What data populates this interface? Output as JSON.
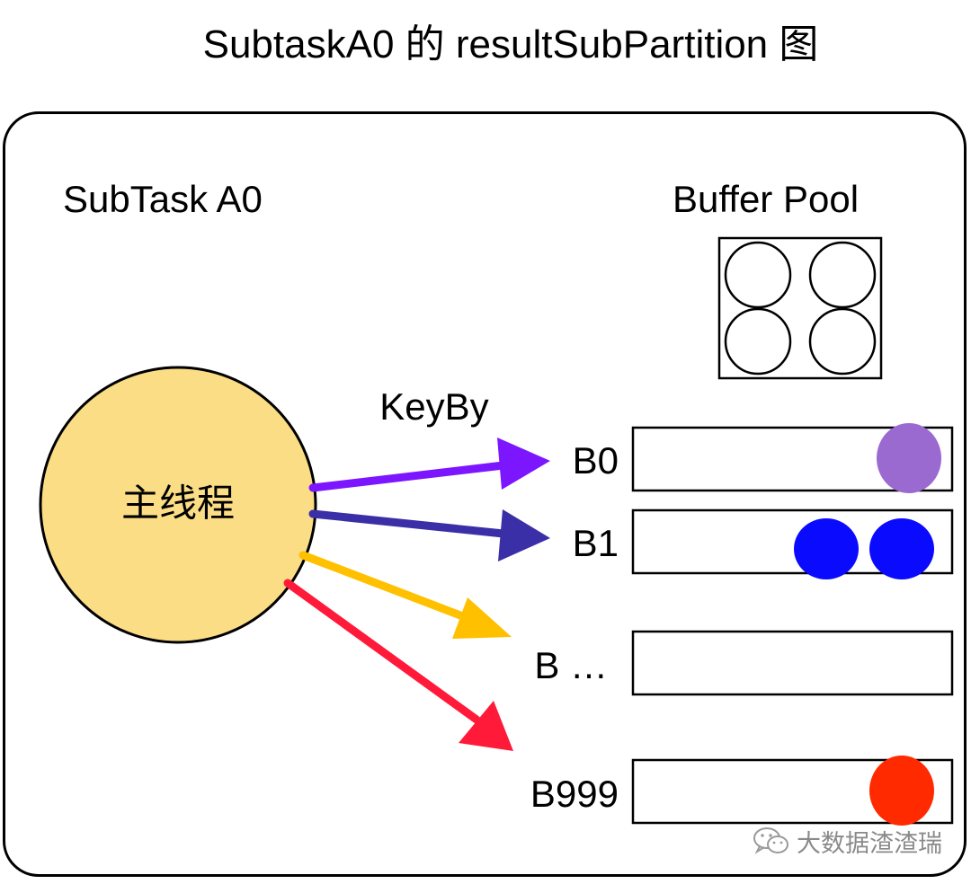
{
  "title": "SubtaskA0 的 resultSubPartition 图",
  "subtask_label": "SubTask A0",
  "buffer_pool_label": "Buffer Pool",
  "main_thread_label": "主线程",
  "keyby_label": "KeyBy",
  "partitions": [
    {
      "label": "B0",
      "color": "#7b16ff",
      "buffered_records": [
        {
          "color": "#9a6ad0"
        }
      ]
    },
    {
      "label": "B1",
      "color": "#3a2fa6",
      "buffered_records": [
        {
          "color": "#0a0aff"
        },
        {
          "color": "#0a0aff"
        }
      ]
    },
    {
      "label": "B …",
      "color": "#ffc000",
      "buffered_records": []
    },
    {
      "label": "B999",
      "color": "#ff1a3a",
      "buffered_records": [
        {
          "color": "#ff2a00"
        }
      ]
    }
  ],
  "colors": {
    "main_thread_fill": "#fbdd86",
    "stroke": "#000000"
  },
  "watermark_text": "大数据渣渣瑞"
}
